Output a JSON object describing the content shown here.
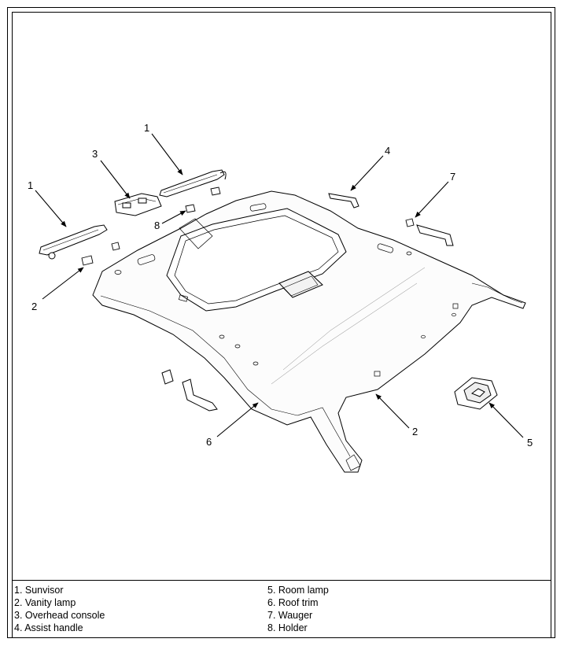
{
  "callouts": [
    {
      "id": "sunvisor-right",
      "number": "1"
    },
    {
      "id": "sunvisor-left",
      "number": "1"
    },
    {
      "id": "overhead-console",
      "number": "3"
    },
    {
      "id": "assist-handle",
      "number": "4"
    },
    {
      "id": "wauger",
      "number": "7"
    },
    {
      "id": "holder",
      "number": "8"
    },
    {
      "id": "vanity-lamp",
      "number": "2"
    },
    {
      "id": "roof-trim",
      "number": "6"
    },
    {
      "id": "vanity-lamp-rear",
      "number": "2"
    },
    {
      "id": "room-lamp",
      "number": "5"
    }
  ],
  "legend": {
    "left": [
      "1. Sunvisor",
      "2. Vanity lamp",
      "3. Overhead console",
      "4. Assist handle"
    ],
    "right": [
      "5. Room lamp",
      "6. Roof trim",
      "7. Wauger",
      "8. Holder"
    ]
  }
}
